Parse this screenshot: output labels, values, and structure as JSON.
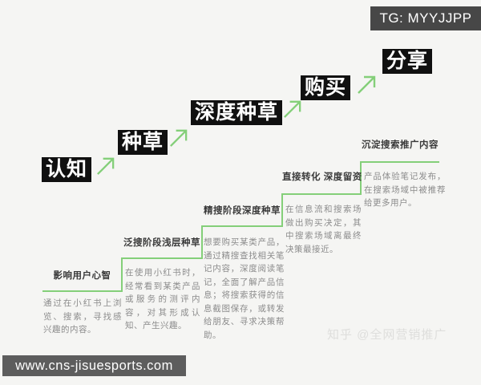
{
  "badge": {
    "label": "TG: MYYJJPP"
  },
  "diagram": {
    "type": "staircase-funnel",
    "stages": [
      {
        "label": "认知",
        "header": "影响用户心智",
        "body": "通过在小红书上浏览、搜索，寻找感兴趣的内容。"
      },
      {
        "label": "种草",
        "header": "泛搜阶段浅层种草",
        "body": "在使用小红书时，经常看到某类产品或服务的测评内容，对其形成认知、产生兴趣。"
      },
      {
        "label": "深度种草",
        "header": "精搜阶段深度种草",
        "body": "想要购买某类产品，通过精搜查找相关笔记内容，深度阅读笔记，全面了解产品信息；将搜索获得的信息截图保存，或转发给朋友、寻求决策帮助。"
      },
      {
        "label": "购买",
        "header": "直接转化 深度留资",
        "body": "在信息流和搜索场做出购买决定，其中搜索场域离最终决策最接近。"
      },
      {
        "label": "分享",
        "header": "沉淀搜索推广内容",
        "body": "产品体验笔记发布，在搜索场域中被推荐给更多用户。"
      }
    ]
  },
  "footer": {
    "url": "www.cns-jisuesports.com",
    "watermark": "知乎 @全网营销推广"
  },
  "colors": {
    "accent_green": "#84cf79",
    "stage_box_bg": "#101010",
    "stage_box_text": "#ffffff",
    "badge_bg": "#474747",
    "url_bar_bg": "#5d5d5d",
    "header_text": "#3a3a3a",
    "body_text": "#8c8c8c",
    "background": "#f5f5f3"
  }
}
